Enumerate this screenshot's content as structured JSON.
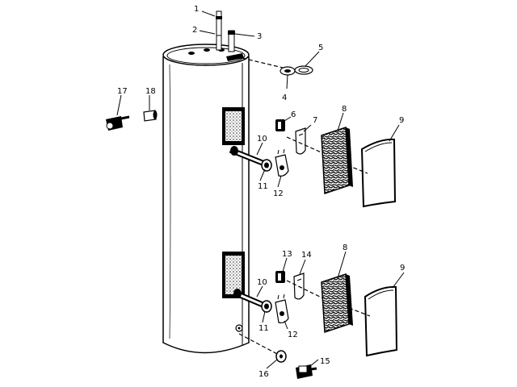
{
  "parts": [
    {
      "id": "p1",
      "label": "1"
    },
    {
      "id": "p2",
      "label": "2"
    },
    {
      "id": "p3",
      "label": "3"
    },
    {
      "id": "p4",
      "label": "4"
    },
    {
      "id": "p5",
      "label": "5"
    },
    {
      "id": "p6",
      "label": "6"
    },
    {
      "id": "p7",
      "label": "7"
    },
    {
      "id": "p8a",
      "label": "8"
    },
    {
      "id": "p9a",
      "label": "9"
    },
    {
      "id": "p10a",
      "label": "10"
    },
    {
      "id": "p11a",
      "label": "11"
    },
    {
      "id": "p12a",
      "label": "12"
    },
    {
      "id": "p13",
      "label": "13"
    },
    {
      "id": "p14",
      "label": "14"
    },
    {
      "id": "p8b",
      "label": "8"
    },
    {
      "id": "p9b",
      "label": "9"
    },
    {
      "id": "p10b",
      "label": "10"
    },
    {
      "id": "p11b",
      "label": "11"
    },
    {
      "id": "p12b",
      "label": "12"
    },
    {
      "id": "p15",
      "label": "15"
    },
    {
      "id": "p16",
      "label": "16"
    },
    {
      "id": "p17",
      "label": "17"
    },
    {
      "id": "p18",
      "label": "18"
    }
  ]
}
